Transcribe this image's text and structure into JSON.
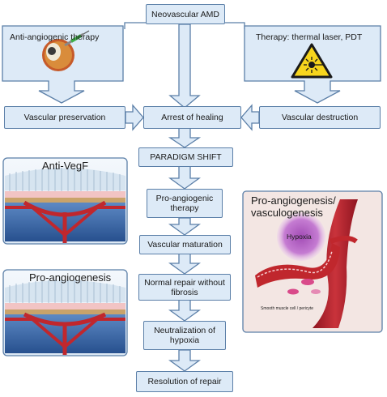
{
  "title": "Neovascular AMD",
  "anti_therapy": "Anti-angiogenic therapy",
  "thermal_therapy": "Therapy: thermal laser, PDT",
  "vascular_preservation": "Vascular preservation",
  "arrest": "Arrest of healing",
  "vascular_destruction": "Vascular destruction",
  "paradigm": "PARADIGM SHIFT",
  "pro_angiogenic": "Pro-angiogenic therapy",
  "maturation": "Vascular maturation",
  "normal_repair": "Normal repair without fibrosis",
  "neutralization": "Neutralization of hypoxia",
  "resolution": "Resolution of repair",
  "anti_vegf_panel": "Anti-VegF",
  "pro_angio_panel": "Pro-angiogenesis",
  "right_panel": {
    "title_line1": "Pro-angiogenesis/",
    "title_line2": "vasculogenesis",
    "hypoxia": "Hypoxia",
    "smc_label": "Smooth muscle cell / pericyte"
  },
  "colors": {
    "box_fill": "#ddeaf7",
    "box_stroke": "#5b7fa8",
    "vessel_red": "#c0272d",
    "hypoxia_purple": "#b65cc4",
    "panel_bg": "#f3e6e3"
  },
  "icons": [
    "eye-injection-icon",
    "laser-warning-icon"
  ]
}
